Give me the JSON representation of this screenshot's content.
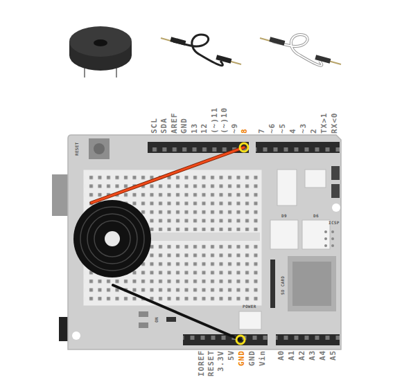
{
  "diagram": {
    "labels": [
      "SCL",
      "SDA",
      "AREF",
      "GND",
      "13",
      "12",
      "(~)11",
      "(~)10",
      "~9",
      "8",
      "7",
      "~6",
      "~5",
      "4",
      "~3",
      "2",
      "TX>1",
      "RX<0",
      "IOREF",
      "RESET",
      "3.3V",
      "5V",
      "GND",
      "GND",
      "Vin",
      "A0",
      "A1",
      "A2",
      "A3",
      "A4",
      "A5",
      "RESET",
      "POWER",
      "SD CARD",
      "ICSP",
      "D9",
      "D6",
      "ON"
    ]
  }
}
